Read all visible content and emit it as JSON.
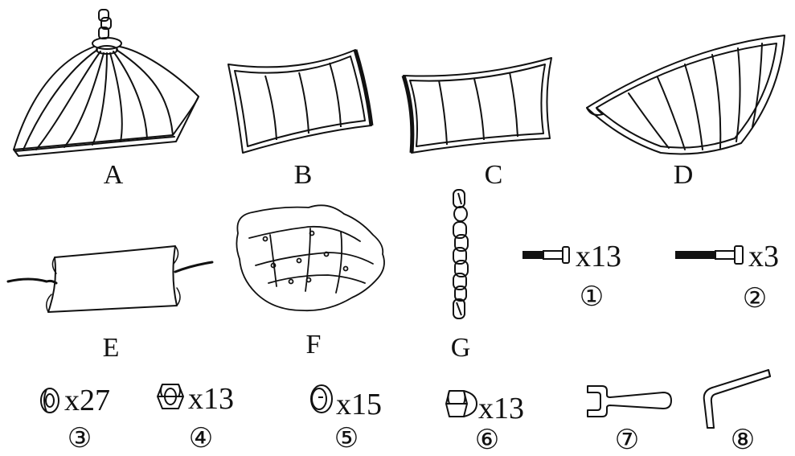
{
  "parts": {
    "A": {
      "label": "A",
      "icon": "hanging-chair-top-frame"
    },
    "B": {
      "label": "B",
      "icon": "curved-side-panel-left"
    },
    "C": {
      "label": "C",
      "icon": "curved-side-panel-right"
    },
    "D": {
      "label": "D",
      "icon": "bowl-seat-frame"
    },
    "E": {
      "label": "E",
      "icon": "rain-cover-bag"
    },
    "F": {
      "label": "F",
      "icon": "seat-cushion"
    },
    "G": {
      "label": "G",
      "icon": "hanging-chain"
    }
  },
  "hardware": [
    {
      "number": "①",
      "quantity": "x13",
      "icon": "short-bolt"
    },
    {
      "number": "②",
      "quantity": "x3",
      "icon": "long-bolt"
    },
    {
      "number": "③",
      "quantity": "x27",
      "icon": "flat-washer"
    },
    {
      "number": "④",
      "quantity": "x13",
      "icon": "hex-nut"
    },
    {
      "number": "⑤",
      "quantity": "x15",
      "icon": "spring-washer"
    },
    {
      "number": "⑥",
      "quantity": "x13",
      "icon": "cap-nut"
    },
    {
      "number": "⑦",
      "quantity": "",
      "icon": "wrench"
    },
    {
      "number": "⑧",
      "quantity": "",
      "icon": "allen-key"
    }
  ]
}
